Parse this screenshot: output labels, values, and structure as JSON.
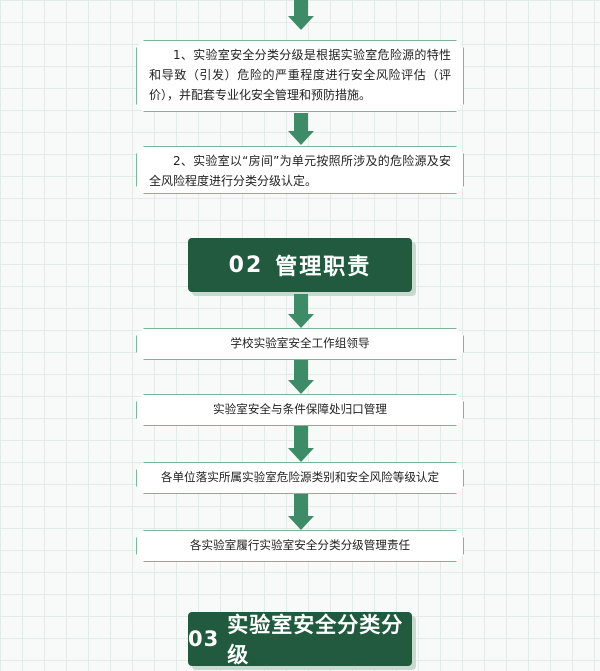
{
  "section1": {
    "items": [
      "1、实验室安全分类分级是根据实验室危险源的特性和导致（引发）危险的严重程度进行安全风险评估（评价），并配套专业化安全管理和预防措施。",
      "2、实验室以“房间”为单元按照所涉及的危险源及安全风险程度进行分类分级认定。"
    ]
  },
  "section2": {
    "number": "02",
    "title": "管理职责",
    "items": [
      "学校实验室安全工作组领导",
      "实验室安全与条件保障处归口管理",
      "各单位落实所属实验室危险源类别和安全风险等级认定",
      "各实验室履行实验室安全分类分级管理责任"
    ]
  },
  "section3": {
    "number": "03",
    "title": "实验室安全分类分级"
  },
  "colors": {
    "dark_green": "#215a3f",
    "arrow_green": "#3e8b67",
    "border_green": "#7db596"
  }
}
